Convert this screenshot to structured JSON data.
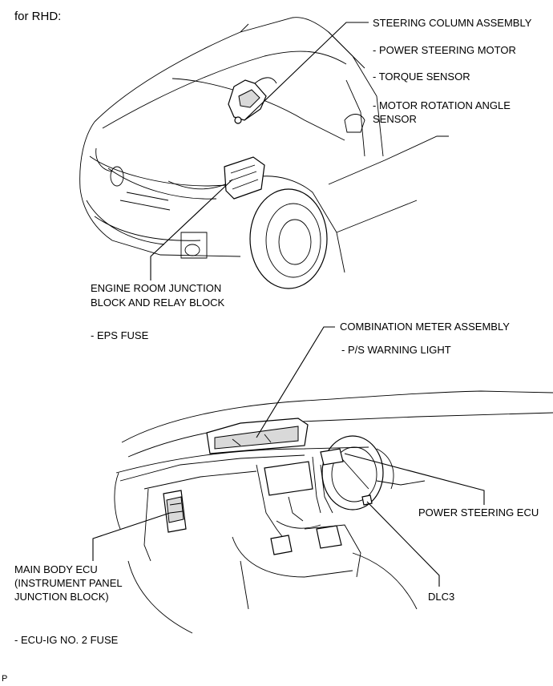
{
  "header": "for RHD:",
  "labels": {
    "steering_column": "STEERING COLUMN ASSEMBLY",
    "power_steering_motor": "- POWER STEERING MOTOR",
    "torque_sensor": "- TORQUE SENSOR",
    "motor_angle_1": "- MOTOR ROTATION ANGLE",
    "motor_angle_2": "SENSOR",
    "engine_room_1": "ENGINE ROOM JUNCTION",
    "engine_room_2": "BLOCK AND RELAY BLOCK",
    "eps_fuse": "- EPS FUSE",
    "combination_meter": "COMBINATION METER ASSEMBLY",
    "ps_warning": "- P/S WARNING LIGHT",
    "power_steering_ecu": "POWER STEERING ECU",
    "main_body_1": "MAIN BODY ECU",
    "main_body_2": "(INSTRUMENT PANEL",
    "main_body_3": "JUNCTION BLOCK)",
    "dlc3": "DLC3",
    "ecu_ig_fuse": "- ECU-IG NO. 2 FUSE",
    "footer": "P"
  }
}
